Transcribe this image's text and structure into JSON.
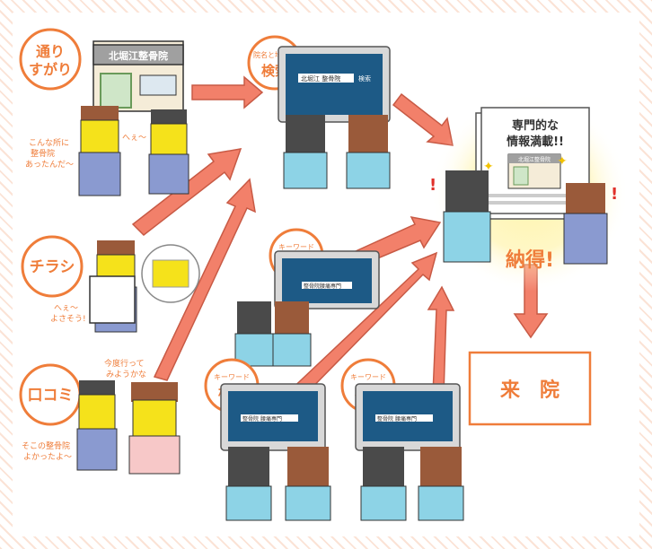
{
  "colors": {
    "accent": "#ef7d3a",
    "arrow": "#f2806a",
    "arrow_stroke": "#c85a45",
    "shirt_blue": "#8a9ad0",
    "shirt_cyan": "#8dd3e6",
    "skin": "#f5e21b",
    "hair_dark": "#4a4a4a",
    "hair_brown": "#9a5a3a",
    "monitor_screen": "#1d5a86"
  },
  "channels": {
    "street": {
      "label_line1": "通り",
      "label_line2": "すがり"
    },
    "flyer": {
      "label": "チラシ"
    },
    "wom": {
      "label": "口コミ"
    }
  },
  "shop": {
    "sign": "北堀江整骨院"
  },
  "speech": {
    "street_left_line1": "こんな所に",
    "street_left_line2": "整骨院",
    "street_left_line3": "あったんだ～",
    "street_right": "へぇ～",
    "flyer_line1": "へぇ～",
    "flyer_line2": "よさそう!",
    "wom_top_line1": "今度行って",
    "wom_top_line2": "みようかな",
    "wom_bottom_line1": "そこの整骨院",
    "wom_bottom_line2": "よかったよ～"
  },
  "search": {
    "area_label_small": "院名と地域で",
    "area_label_big": "検索",
    "kw_label_small": "キーワード",
    "kw_label_big": "検索",
    "box_area_text": "北堀江 整骨院",
    "box_kw1_text": "整骨院",
    "box_kw2_text": "腰痛専門",
    "search_button": "検索"
  },
  "result": {
    "heading_line1": "専門的な",
    "heading_line2": "情報満載!!",
    "shop_sign": "北堀江整骨院",
    "verdict": "納得!"
  },
  "visit": {
    "label": "来　院"
  }
}
